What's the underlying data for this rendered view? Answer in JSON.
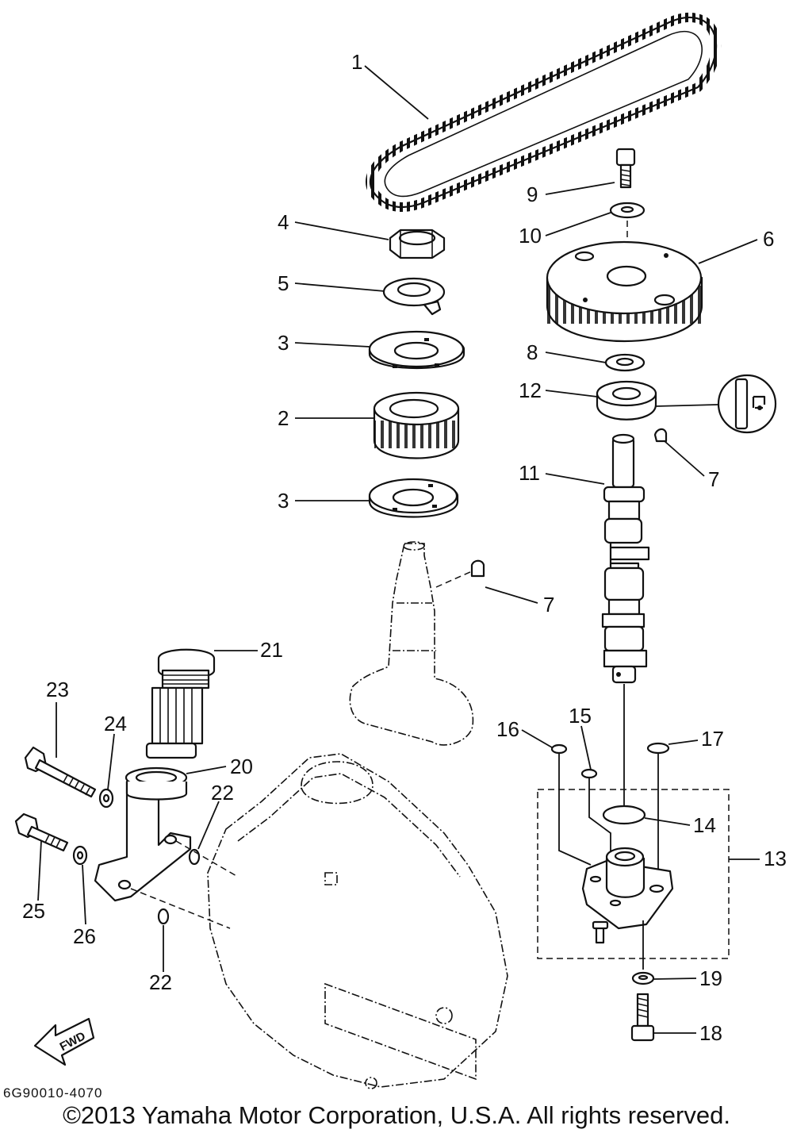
{
  "callouts": {
    "c1": "1",
    "c2": "2",
    "c3a": "3",
    "c3b": "3",
    "c4": "4",
    "c5": "5",
    "c6": "6",
    "c7a": "7",
    "c7b": "7",
    "c8": "8",
    "c9": "9",
    "c10": "10",
    "c11": "11",
    "c12": "12",
    "c13": "13",
    "c14": "14",
    "c15": "15",
    "c16": "16",
    "c17": "17",
    "c18": "18",
    "c19": "19",
    "c20": "20",
    "c21": "21",
    "c22a": "22",
    "c22b": "22",
    "c23": "23",
    "c24": "24",
    "c25": "25",
    "c26": "26"
  },
  "direction_marker": "FWD",
  "document_code": "6G90010-4070",
  "copyright": "©2013 Yamaha Motor Corporation, U.S.A. All rights reserved."
}
